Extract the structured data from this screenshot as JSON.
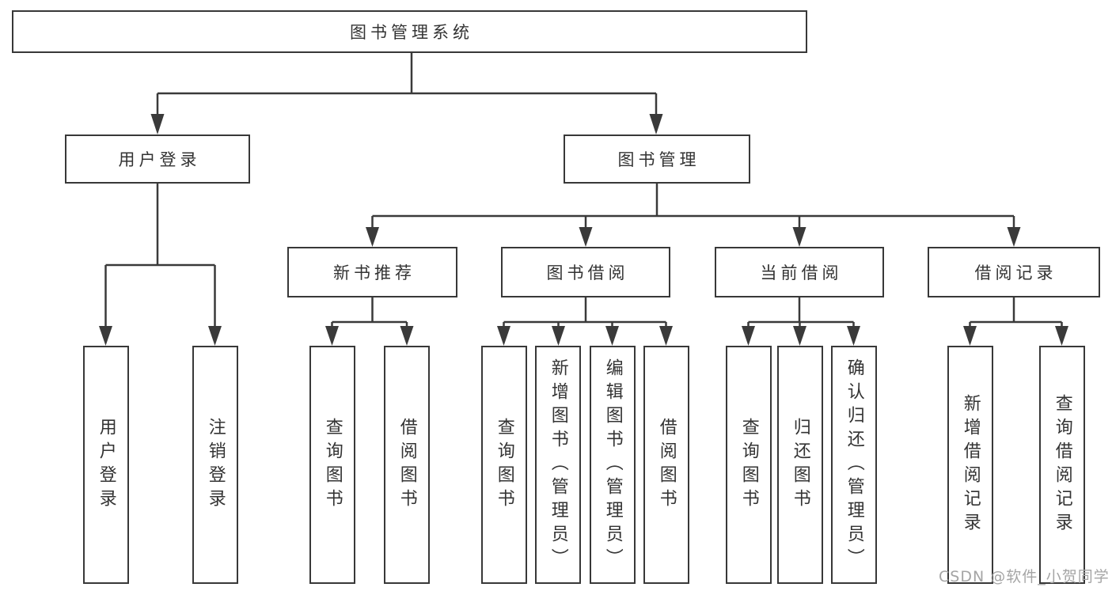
{
  "nodes": {
    "root": "图书管理系统",
    "l1": [
      "用户登录",
      "图书管理"
    ],
    "l2": [
      "新书推荐",
      "图书借阅",
      "当前借阅",
      "借阅记录"
    ],
    "leaves": [
      "用户登录",
      "注销登录",
      "查询图书",
      "借阅图书",
      "查询图书",
      "新增图书（管理员）",
      "编辑图书（管理员）",
      "借阅图书",
      "查询图书",
      "归还图书",
      "确认归还（管理员）",
      "新增借阅记录",
      "查询借阅记录"
    ]
  },
  "hierarchy": {
    "图书管理系统": [
      "用户登录",
      "图书管理"
    ],
    "用户登录": [
      "用户登录",
      "注销登录"
    ],
    "图书管理": [
      "新书推荐",
      "图书借阅",
      "当前借阅",
      "借阅记录"
    ],
    "新书推荐": [
      "查询图书",
      "借阅图书"
    ],
    "图书借阅": [
      "查询图书",
      "新增图书（管理员）",
      "编辑图书（管理员）",
      "借阅图书"
    ],
    "当前借阅": [
      "查询图书",
      "归还图书",
      "确认归还（管理员）"
    ],
    "借阅记录": [
      "新增借阅记录",
      "查询借阅记录"
    ]
  },
  "watermark": "CSDN @软件_小贺同学",
  "colors": {
    "line": "#3a3a3a",
    "border": "#383838",
    "text": "#333333",
    "watermark": "#a5a5a5",
    "background": "#ffffff"
  }
}
